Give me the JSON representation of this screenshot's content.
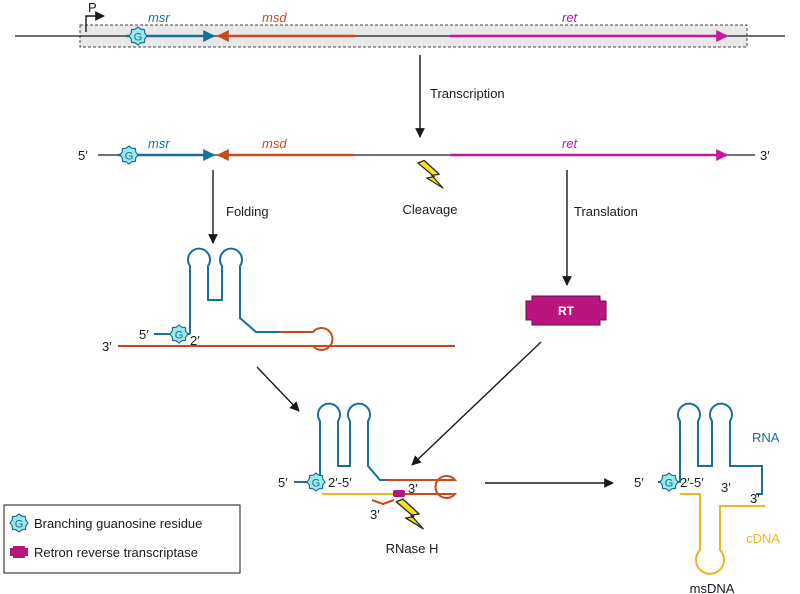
{
  "colors": {
    "msr": "#1a6f99",
    "msd": "#c9491c",
    "ret": "#c2189e",
    "cdna": "#efb420",
    "guanosine_fill": "#9be8ea",
    "guanosine_stroke": "#1a6f99",
    "rt": "#b8157f",
    "lightning": "#f7e31c",
    "lightning_stroke": "#2b2b2b",
    "operon_box": "#e8e8e8",
    "line": "#1a1a1a"
  },
  "operon": {
    "promoter_label": "P",
    "msr_label": "msr",
    "msd_label": "msd",
    "ret_label": "ret"
  },
  "transcript": {
    "five_prime": "5′",
    "three_prime": "3′",
    "msr_label": "msr",
    "msd_label": "msd",
    "ret_label": "ret"
  },
  "steps": {
    "transcription": "Transcription",
    "folding": "Folding",
    "cleavage": "Cleavage",
    "translation": "Translation"
  },
  "guanosine_letter": "G",
  "rt_label": "RT",
  "folded": {
    "five_prime": "5′",
    "three_prime": "3′",
    "two_prime": "2′"
  },
  "intermediate": {
    "five_prime": "5′",
    "linkage": "2′-5′",
    "three_prime_rna": "3′",
    "three_prime_fragment": "3′",
    "rnase_label": "RNase H"
  },
  "msdna": {
    "five_prime": "5′",
    "linkage": "2′-5′",
    "three_prime_a": "3′",
    "three_prime_b": "3′",
    "rna_label": "RNA",
    "cdna_label": "cDNA",
    "product_label": "msDNA"
  },
  "legend": {
    "items": [
      {
        "icon": "guanosine",
        "label": "Branching guanosine residue"
      },
      {
        "icon": "reverse-transcriptase",
        "label": "Retron reverse transcriptase"
      }
    ]
  }
}
